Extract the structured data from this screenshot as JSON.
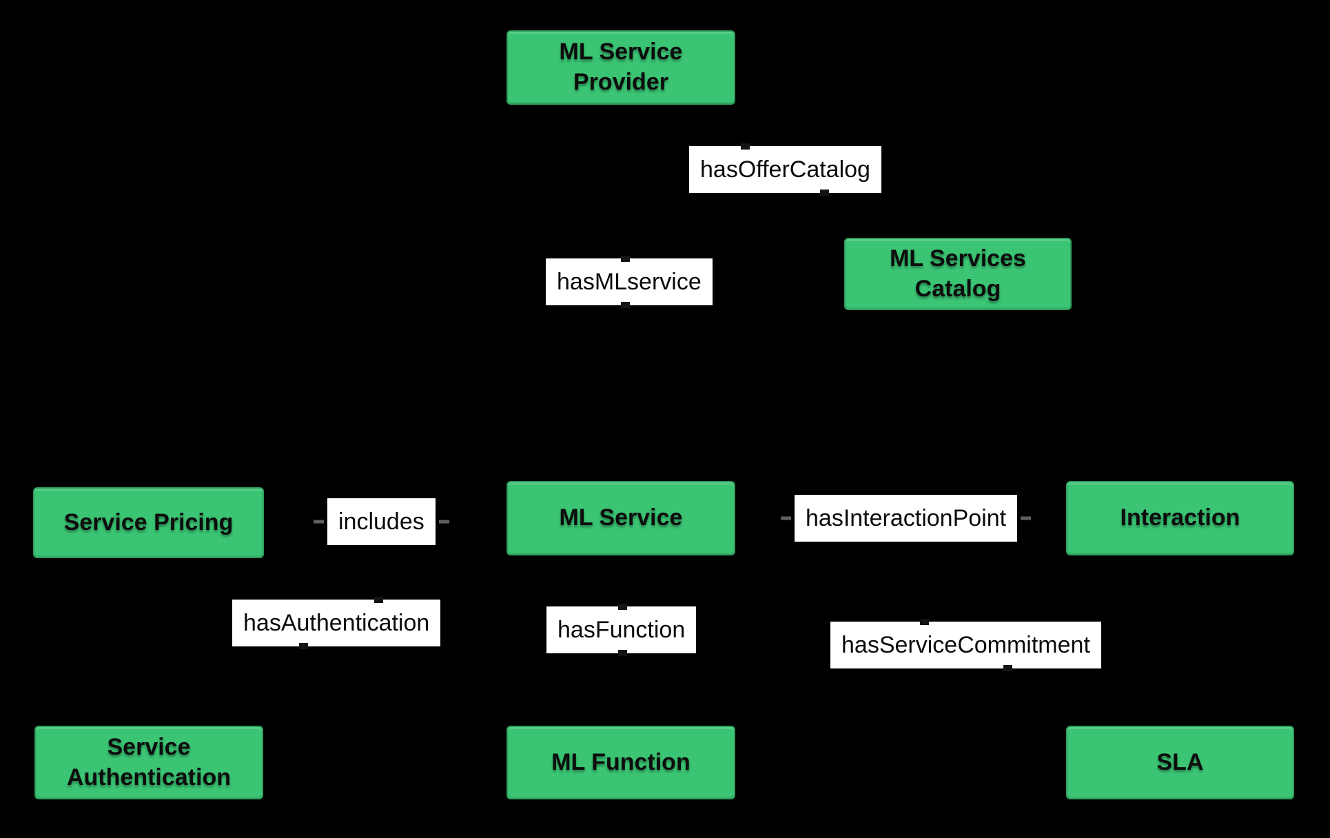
{
  "colors": {
    "background": "#000000",
    "node_fill": "#3ac473",
    "node_border": "#2d9e5d",
    "label_background": "#ffffff",
    "text": "#0d0d0d"
  },
  "nodes": [
    {
      "id": "ml-service-provider",
      "label": "ML Service Provider"
    },
    {
      "id": "ml-services-catalog",
      "label": "ML Services Catalog"
    },
    {
      "id": "service-pricing",
      "label": "Service Pricing"
    },
    {
      "id": "ml-service",
      "label": "ML Service"
    },
    {
      "id": "interaction",
      "label": "Interaction"
    },
    {
      "id": "service-authentication",
      "label": "Service Authentication"
    },
    {
      "id": "ml-function",
      "label": "ML Function"
    },
    {
      "id": "sla",
      "label": "SLA"
    }
  ],
  "edges": [
    {
      "id": "hasOfferCatalog",
      "label": "hasOfferCatalog"
    },
    {
      "id": "hasMLservice",
      "label": "hasMLservice"
    },
    {
      "id": "includes",
      "label": "includes"
    },
    {
      "id": "hasInteractionPoint",
      "label": "hasInteractionPoint"
    },
    {
      "id": "hasAuthentication",
      "label": "hasAuthentication"
    },
    {
      "id": "hasFunction",
      "label": "hasFunction"
    },
    {
      "id": "hasServiceCommitment",
      "label": "hasServiceCommitment"
    }
  ]
}
